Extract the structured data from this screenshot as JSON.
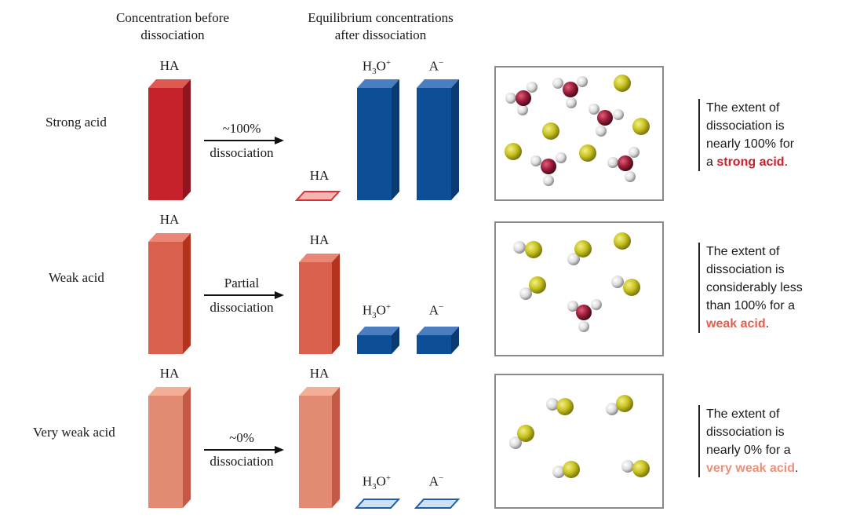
{
  "headers": {
    "before": [
      "Concentration before",
      "dissociation"
    ],
    "after": [
      "Equilibrium concentrations",
      "after dissociation"
    ]
  },
  "species": {
    "ha": "HA",
    "h3o_base": "H",
    "h3o_sub": "3",
    "h3o_o": "O",
    "h3o_sup": "+",
    "a_base": "A",
    "a_sup": "−"
  },
  "rows": [
    {
      "label": "Strong acid",
      "arrow_line1": "~100%",
      "arrow_line2": "dissociation",
      "desc_lines": [
        "The extent of",
        "dissociation is",
        "nearly 100% for"
      ],
      "desc_prefix": "a ",
      "desc_emph": "strong acid",
      "desc_suffix": ".",
      "color": "#cc2a2e"
    },
    {
      "label": "Weak acid",
      "arrow_line1": "Partial",
      "arrow_line2": "dissociation",
      "desc_lines": [
        "The extent of",
        "dissociation is",
        "considerably less",
        "than 100% for a"
      ],
      "desc_prefix": "",
      "desc_emph": "weak acid",
      "desc_suffix": ".",
      "color": "#e0604f"
    },
    {
      "label": "Very weak acid",
      "arrow_line1": "~0%",
      "arrow_line2": "dissociation",
      "desc_lines": [
        "The extent of",
        "dissociation is",
        "nearly 0% for a"
      ],
      "desc_prefix": "",
      "desc_emph": "very weak acid",
      "desc_suffix": ".",
      "color": "#ec9079"
    }
  ],
  "colors": {
    "strong": "#c6222c",
    "weak": "#d9604d",
    "veryweak": "#e28a72",
    "blue": "#0c4f96",
    "yellow": "#c7c21e",
    "hydrogen": "#e2e2e2",
    "oxygen": "#9c1d3a"
  }
}
